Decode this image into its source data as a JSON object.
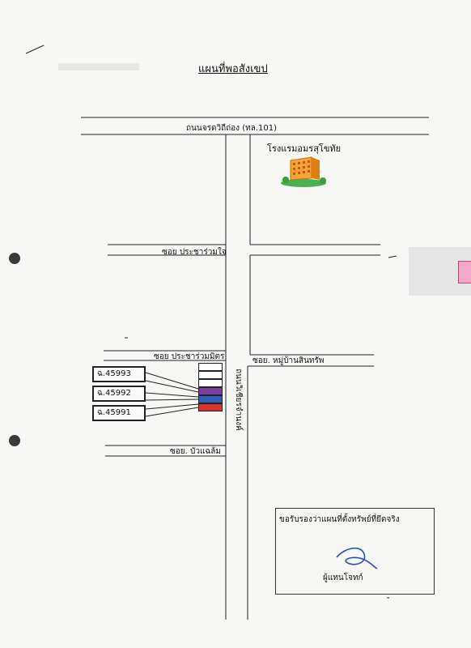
{
  "map": {
    "title": "แผนที่พอสังเขป",
    "roads": {
      "main_road": "ถนนจรดวิถีถ่อง (ทล.101)",
      "soi_pracharuamjai": "ซอย ประชาร่วมใจ",
      "soi_pracharuammit": "ซอย ประชาร่วมมิตร",
      "soi_mubansinsap": "ซอย. หมู่บ้านสินทรัพ",
      "soi_buaklom": "ซอย. บัวแฉล้ม",
      "thanon_vertical": "ถนนวิเชียรจำนงค์"
    },
    "landmark": {
      "name": "โรงแรมอมรสุโขทัย",
      "icon": "hotel-building-icon"
    },
    "deeds": [
      {
        "label": "ฉ.45993",
        "color": "#7b3fa0"
      },
      {
        "label": "ฉ.45992",
        "color": "#2f5fb8"
      },
      {
        "label": "ฉ.45991",
        "color": "#d9342b"
      }
    ],
    "certification": {
      "statement": "ขอรับรองว่าแผนที่ตั้งทรัพย์ที่ยึดจริง",
      "signer": "ผู้แทนโจทก์"
    }
  }
}
